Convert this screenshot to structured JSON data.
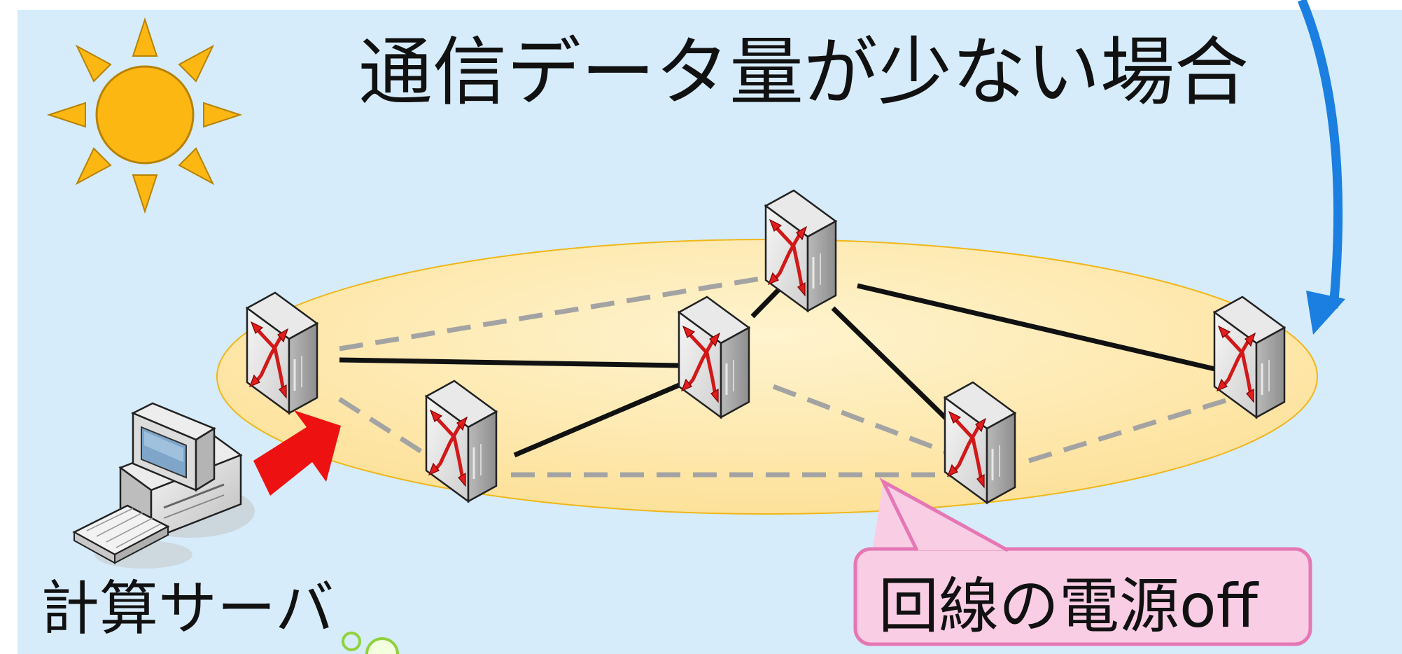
{
  "title": "通信データ量が少ない場合",
  "server_label": "計算サーバ",
  "callout_label": "回線の電源off",
  "icons": [
    "sun-icon",
    "router-icon",
    "computer-icon",
    "arrow-icon"
  ],
  "colors": {
    "background": "#d6ecfb",
    "ellipse": "#fde7a6",
    "sun": "#fcb713",
    "active_link": "#111111",
    "inactive_link": "#a3a3a3",
    "red_arrow": "#ee1111",
    "blue_arrow": "#1a7fe0",
    "callout_fill": "#f9cde4",
    "callout_border": "#e577b5"
  }
}
